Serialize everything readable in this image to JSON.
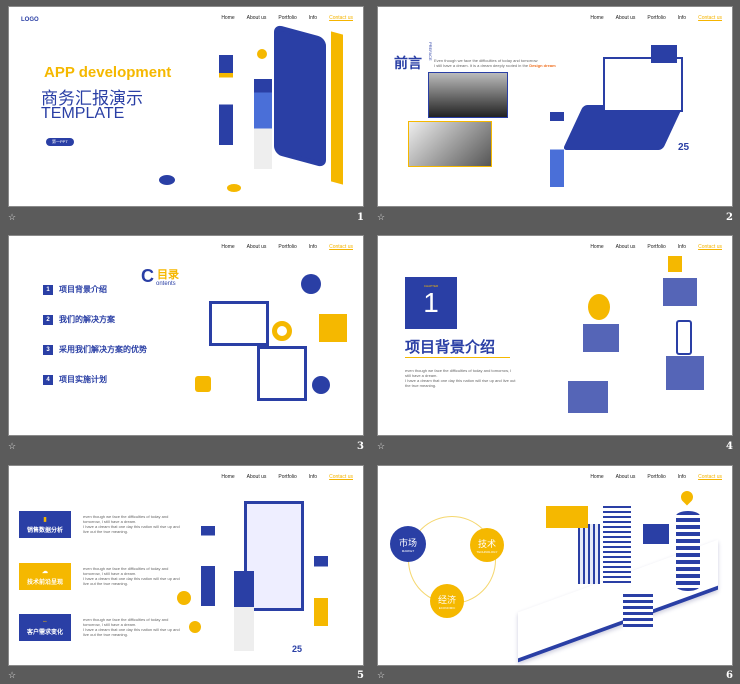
{
  "nav": [
    "Home",
    "About us",
    "Portfolio",
    "Info",
    "Contact us"
  ],
  "slides": [
    {
      "number": "1",
      "logo": "LOGO",
      "title_en": "APP development",
      "title_cn": "商务汇报演示",
      "subtitle": "TEMPLATE",
      "badge": "第一PPT"
    },
    {
      "number": "2",
      "heading": "前言",
      "heading_en": "PREFACE",
      "line1": "Even though we face the difficulties of today and tomorrow",
      "line2": "I still have a dream. It is a dream deeply rooted in the",
      "highlight": "Design dream"
    },
    {
      "number": "3",
      "heading_c": "C",
      "heading_cn": "目录",
      "heading_en": "ontents",
      "items": [
        {
          "n": "1",
          "label": "项目背景介绍"
        },
        {
          "n": "2",
          "label": "我们的解决方案"
        },
        {
          "n": "3",
          "label": "采用我们解决方案的优势"
        },
        {
          "n": "4",
          "label": "项目实施计划"
        }
      ]
    },
    {
      "number": "4",
      "chapter_label": "CHAPTER",
      "chapter_num": "1",
      "title": "项目背景介绍",
      "bullets": [
        "even though we face the difficulties of today and tomorrow, I still have a dream.",
        "I have a dream that one day this nation will rise up and live out the true meaning."
      ]
    },
    {
      "number": "5",
      "cards": [
        {
          "label": "销售数据分析",
          "text1": "even though we face the difficulties of today and tomorrow, I still have a dream.",
          "text2": "I have a dream that one day this nation will rise up and live out the true meaning."
        },
        {
          "label": "技术前沿呈现",
          "text1": "even though we face the difficulties of today and tomorrow, I still have a dream.",
          "text2": "I have a dream that one day this nation will rise up and live out the true meaning."
        },
        {
          "label": "客户需求变化",
          "text1": "even though we face the difficulties of today and tomorrow, I still have a dream.",
          "text2": "I have a dream that one day this nation will rise up and live out the true meaning."
        }
      ],
      "calendar": "25"
    },
    {
      "number": "6",
      "circles": [
        {
          "cn": "市场",
          "en": "MARKET"
        },
        {
          "cn": "技术",
          "en": "TECHNOLOGY"
        },
        {
          "cn": "经济",
          "en": "ECONOMIC"
        }
      ]
    }
  ]
}
